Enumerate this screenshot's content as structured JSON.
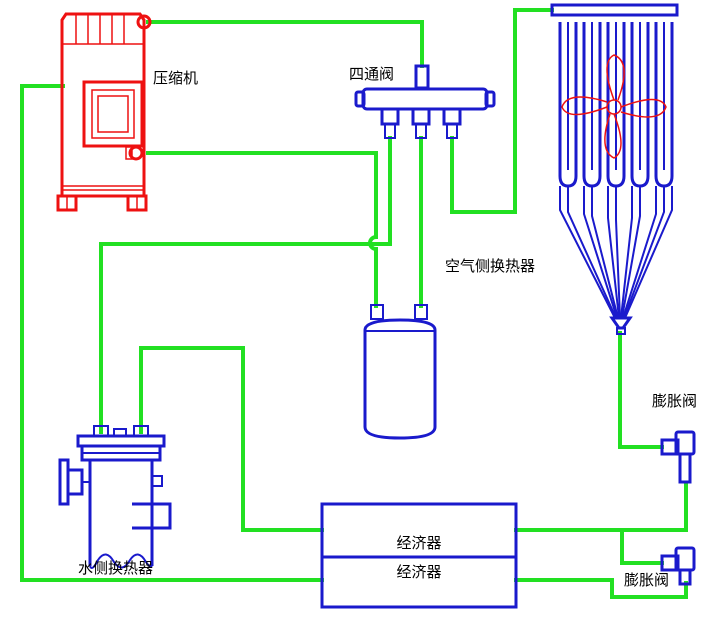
{
  "labels": {
    "compressor": "压缩机",
    "four_way_valve": "四通阀",
    "air_heat_exchanger": "空气侧换热器",
    "water_heat_exchanger": "水侧换热器",
    "expansion_valve_1": "膨胀阀",
    "expansion_valve_2": "膨胀阀",
    "economizer_1": "经济器",
    "economizer_2": "经济器"
  },
  "colors": {
    "pipe": "#22e022",
    "compressor": "#ee1111",
    "equipment": "#1a1acc",
    "text": "#000000"
  }
}
